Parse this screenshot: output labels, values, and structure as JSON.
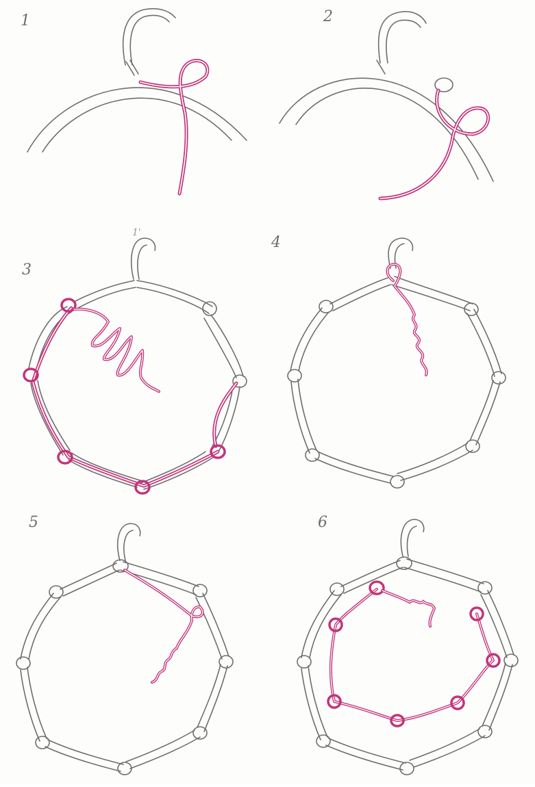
{
  "steps": [
    {
      "number": "1"
    },
    {
      "number": "2"
    },
    {
      "number": "3",
      "aux_mark": "1'"
    },
    {
      "number": "4"
    },
    {
      "number": "5"
    },
    {
      "number": "6"
    }
  ],
  "colors": {
    "pencil_outline": "#6e6e6e",
    "new_cord": "#c2347a",
    "paper": "#fdfdfc"
  }
}
